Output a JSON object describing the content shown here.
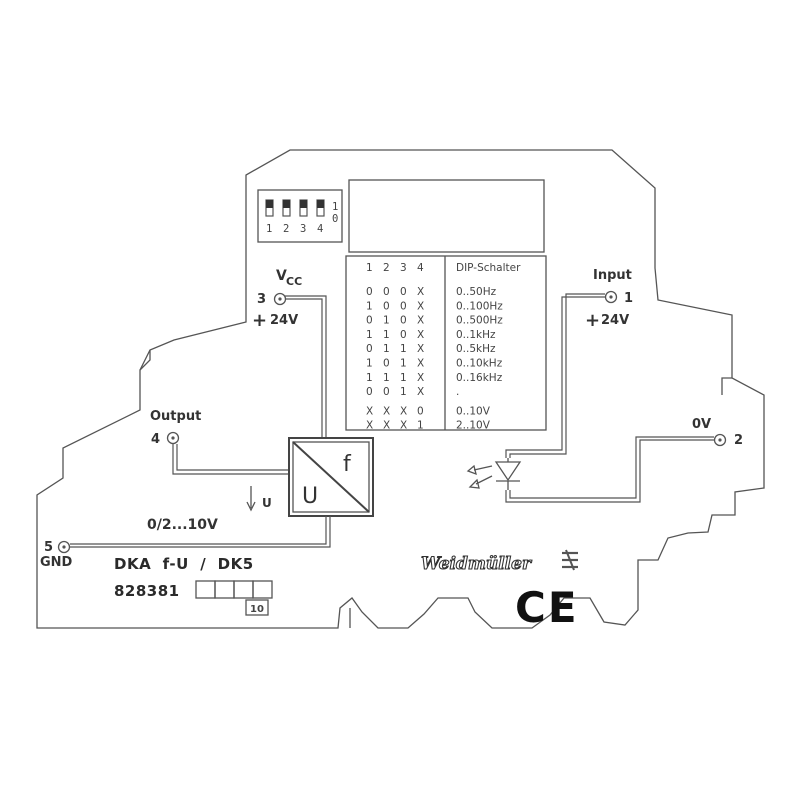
{
  "vcc": {
    "label": "V",
    "sub": "CC",
    "pin": "3",
    "voltage": "24V",
    "plus": "+"
  },
  "input": {
    "label": "Input",
    "pin": "1",
    "voltage": "24V",
    "plus": "+"
  },
  "output": {
    "label": "Output",
    "pin": "4"
  },
  "zero_v": {
    "label": "0V",
    "pin": "2"
  },
  "gnd": {
    "pin": "5",
    "label": "GND"
  },
  "converter": {
    "in_symbol": "f",
    "out_symbol": "U"
  },
  "voltage_arrow": {
    "label": "U"
  },
  "output_range": "0/2...10V",
  "product_name": "DKA  f-U  /  DK5",
  "product_number": "828381",
  "label_box_number": "10",
  "brand": "Weidmüller",
  "ce_mark": "CE",
  "dip": {
    "numbers": [
      "1",
      "2",
      "3",
      "4"
    ],
    "state_on": "1",
    "state_off": "0"
  },
  "dip_table": {
    "header_cols": [
      "1",
      "2",
      "3",
      "4"
    ],
    "header_title": "DIP-Schalter",
    "rows": [
      {
        "bits": [
          "0",
          "0",
          "0",
          "X"
        ],
        "value": "0..50Hz"
      },
      {
        "bits": [
          "1",
          "0",
          "0",
          "X"
        ],
        "value": "0..100Hz"
      },
      {
        "bits": [
          "0",
          "1",
          "0",
          "X"
        ],
        "value": "0..500Hz"
      },
      {
        "bits": [
          "1",
          "1",
          "0",
          "X"
        ],
        "value": "0..1kHz"
      },
      {
        "bits": [
          "0",
          "1",
          "1",
          "X"
        ],
        "value": "0..5kHz"
      },
      {
        "bits": [
          "1",
          "0",
          "1",
          "X"
        ],
        "value": "0..10kHz"
      },
      {
        "bits": [
          "1",
          "1",
          "1",
          "X"
        ],
        "value": "0..16kHz"
      },
      {
        "bits": [
          "0",
          "0",
          "1",
          "X"
        ],
        "value": "."
      },
      {
        "bits": [
          "X",
          "X",
          "X",
          "0"
        ],
        "value": "0..10V"
      },
      {
        "bits": [
          "X",
          "X",
          "X",
          "1"
        ],
        "value": "2..10V"
      }
    ]
  }
}
